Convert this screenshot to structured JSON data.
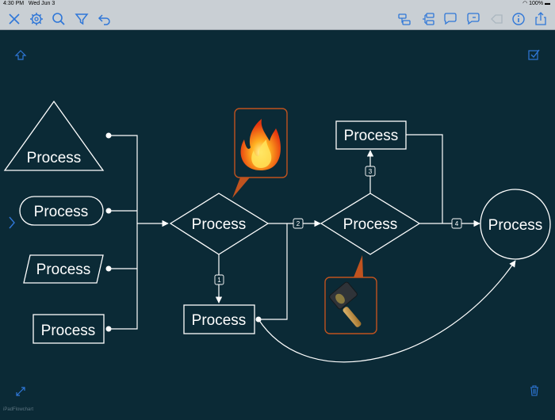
{
  "status_bar": {
    "time": "4:30 PM",
    "date": "Wed Jun 3",
    "battery": "100%"
  },
  "toolbar": {
    "left_icons": [
      "close-icon",
      "gear-icon",
      "search-icon",
      "filter-icon",
      "undo-icon"
    ],
    "right_icons": [
      "connector-icon",
      "layout-icon",
      "comment-icon",
      "tag-icon",
      "tag-outline-icon",
      "info-icon",
      "share-icon"
    ]
  },
  "flowchart": {
    "nodes": {
      "triangle": "Process",
      "rounded": "Process",
      "parallelogram": "Process",
      "rectangle_left": "Process",
      "diamond_center": "Process",
      "process_bottom": "Process",
      "diamond_right": "Process",
      "process_top": "Process",
      "circle": "Process"
    },
    "connector_labels": {
      "c1": "1",
      "c2": "2",
      "c3": "3",
      "c4": "4"
    },
    "callouts": [
      "fire-image",
      "hammer-image"
    ]
  },
  "footer": {
    "label": "iPadFlowchart"
  },
  "colors": {
    "background": "#0b2a36",
    "toolbar": "#c9cfd4",
    "accent": "#2f77d8",
    "callout_border": "#c0531f"
  }
}
